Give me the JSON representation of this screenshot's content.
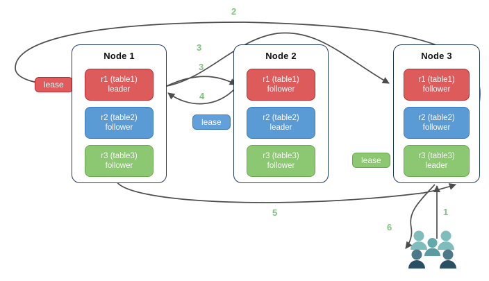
{
  "diagram": {
    "title_text": "",
    "colors": {
      "replica_red": "#dd5b5b",
      "replica_blue": "#5b9bd5",
      "replica_green": "#8cc771",
      "node_border": "#1f3864",
      "edge_stroke": "#4d4d4d",
      "edge_label": "#82c182",
      "people_light": "#7fbcbc",
      "people_mid": "#5a9aa0",
      "people_dark": "#4c7a8a",
      "people_darkest": "#2a4f63"
    },
    "nodes": [
      {
        "id": "node-1",
        "title": "Node 1",
        "replicas": [
          {
            "name": "r1 (table1)",
            "role": "leader",
            "color": "red"
          },
          {
            "name": "r2 (table2)",
            "role": "follower",
            "color": "blue"
          },
          {
            "name": "r3 (table3)",
            "role": "follower",
            "color": "green"
          }
        ]
      },
      {
        "id": "node-2",
        "title": "Node 2",
        "replicas": [
          {
            "name": "r1 (table1)",
            "role": "follower",
            "color": "red"
          },
          {
            "name": "r2 (table2)",
            "role": "leader",
            "color": "blue"
          },
          {
            "name": "r3 (table3)",
            "role": "follower",
            "color": "green"
          }
        ]
      },
      {
        "id": "node-3",
        "title": "Node 3",
        "replicas": [
          {
            "name": "r1 (table1)",
            "role": "follower",
            "color": "red"
          },
          {
            "name": "r2 (table2)",
            "role": "follower",
            "color": "blue"
          },
          {
            "name": "r3 (table3)",
            "role": "leader",
            "color": "green"
          }
        ]
      }
    ],
    "leases": [
      {
        "id": "lease-r1",
        "label": "lease",
        "color": "red"
      },
      {
        "id": "lease-r2",
        "label": "lease",
        "color": "blue"
      },
      {
        "id": "lease-r3",
        "label": "lease",
        "color": "green"
      }
    ],
    "edge_labels": [
      {
        "id": "edge-label-1",
        "text": "1"
      },
      {
        "id": "edge-label-2",
        "text": "2"
      },
      {
        "id": "edge-label-3a",
        "text": "3"
      },
      {
        "id": "edge-label-3b",
        "text": "3"
      },
      {
        "id": "edge-label-4",
        "text": "4"
      },
      {
        "id": "edge-label-5",
        "text": "5"
      },
      {
        "id": "edge-label-6",
        "text": "6"
      }
    ],
    "people": {
      "icon": "people-group-icon"
    }
  }
}
